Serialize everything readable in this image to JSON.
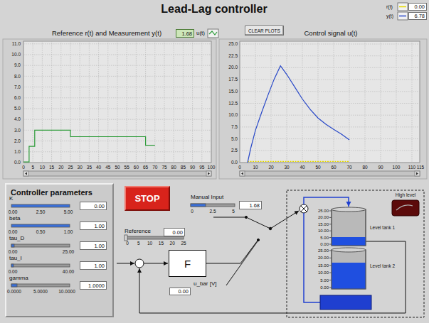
{
  "diagram": {
    "title": "Lead-Lag controller",
    "nodes": [
      {
        "text": [
          "1.68"
        ]
      },
      {
        "text": [
          "CLEAR PLOTS"
        ]
      },
      {
        "text": [
          "0.00"
        ]
      },
      {
        "text": [
          "6.78"
        ]
      },
      {
        "text": [
          "Controller parameters"
        ]
      },
      {
        "text": [
          "0.00"
        ],
        "in": 4
      },
      {
        "text": [
          "1.00"
        ],
        "in": 4
      },
      {
        "text": [
          "1.00"
        ],
        "in": 4
      },
      {
        "text": [
          "1.00"
        ],
        "in": 4
      },
      {
        "text": [
          "1.0000"
        ],
        "in": 4
      },
      {
        "text": [
          "STOP"
        ]
      },
      {
        "text": [
          "1.68"
        ]
      },
      {
        "text": [
          "0.00"
        ]
      },
      {
        "text": [
          "F"
        ]
      },
      {
        "text": [
          "0.00"
        ]
      },
      {
        "text": [
          "High level"
        ]
      },
      {
        "text": [
          "Level tank 1"
        ]
      },
      {
        "text": [
          "Level tank 2"
        ]
      }
    ],
    "labels": [
      "Reference r(t) and Measurement y(t)",
      "Control signal u(t)",
      "11.0",
      "10.0",
      "9.0",
      "8.0",
      "7.0",
      "6.0",
      "5.0",
      "4.0",
      "3.0",
      "2.0",
      "1.0",
      "0.0",
      "0",
      "5",
      "10",
      "15",
      "20",
      "25",
      "30",
      "35",
      "40",
      "45",
      "50",
      "55",
      "60",
      "65",
      "70",
      "75",
      "80",
      "85",
      "90",
      "95",
      "100",
      "25.0",
      "22.5",
      "20.0",
      "17.5",
      "15.0",
      "12.5",
      "10.0",
      "7.5",
      "5.0",
      "2.5",
      "0.0",
      "0",
      "10",
      "20",
      "30",
      "40",
      "50",
      "60",
      "70",
      "80",
      "90",
      "100",
      "110",
      "115",
      "K",
      "0.00",
      "2.50",
      "5.00",
      "beta",
      "0.00",
      "0.50",
      "1.00",
      "tau_D",
      "0.00",
      "25.00",
      "tau_I",
      "0.00",
      "40.00",
      "gamma",
      "0.0000",
      "5.0000",
      "10.0000",
      "Manual Input",
      "0",
      "2.5",
      "5",
      "Reference",
      "0",
      "5",
      "10",
      "15",
      "20",
      "25",
      "u_bar [V]",
      "25.00",
      "20.00",
      "15.00",
      "10.00",
      "5.00",
      "0.00",
      "25.00",
      "20.00",
      "15.00",
      "10.00",
      "5.00",
      "0.00"
    ],
    "legend": [
      {
        "text": "u(t)"
      },
      {
        "text": "r(t)"
      },
      {
        "text": "y(t)"
      }
    ]
  }
}
